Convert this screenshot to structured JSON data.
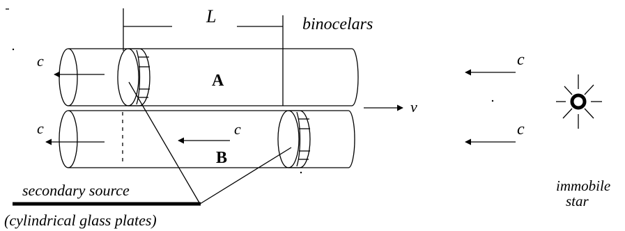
{
  "labels": {
    "length": "L",
    "binoculars": "binocelars",
    "tube_a": "A",
    "tube_b": "B",
    "speed_of_light": "c",
    "velocity": "v",
    "secondary_source_line1": "secondary source",
    "secondary_source_line2": "(cylindrical glass plates)",
    "star_line1": "immobile",
    "star_line2": "star"
  }
}
